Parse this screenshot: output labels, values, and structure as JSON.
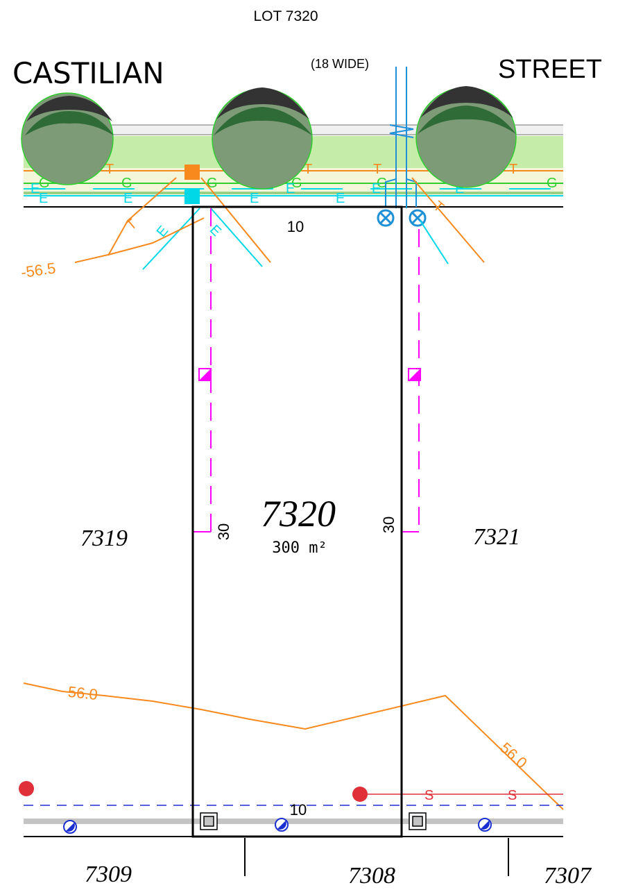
{
  "header": {
    "title": "LOT 7320"
  },
  "street": {
    "name_left": "CASTILIAN",
    "name_right": "STREET",
    "width_note": "(18 WIDE)"
  },
  "lot": {
    "number": "7320",
    "area": "300 m²",
    "frontage": "10",
    "depth_left": "30",
    "depth_right": "30",
    "rear": "10"
  },
  "neighbours": {
    "left": "7319",
    "right": "7321",
    "rear_left": "7309",
    "rear_mid": "7308",
    "rear_right": "7307"
  },
  "contours": {
    "upper": "-56.5",
    "lower_left": "56.0",
    "lower_right": "56.0"
  },
  "service_letters": {
    "telecom": "T",
    "gas": "G",
    "electric": "E",
    "sewer": "S"
  },
  "colors": {
    "lot_boundary": "#000000",
    "contour": "#f7891d",
    "electric": "#00d8e8",
    "gas": "#2fcf2f",
    "telecom": "#f7891d",
    "water": "#1e90d8",
    "sewer": "#e0303a",
    "easement": "#ff00ff",
    "verge": "#c6ecaa",
    "tree_dark": "#2e6b36",
    "tree_light": "#7d9b76"
  }
}
